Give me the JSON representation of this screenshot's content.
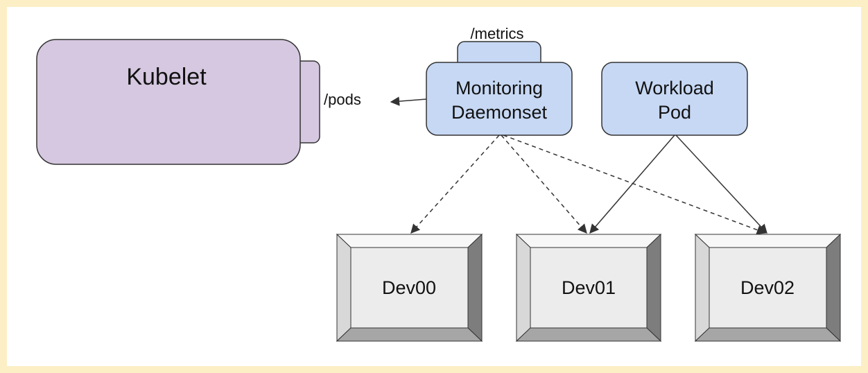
{
  "colors": {
    "frame": "#fcefc6",
    "kubelet_fill": "#d5c8e0",
    "daemon_fill": "#c7d8f4",
    "device_face": "#ececec",
    "device_top": "#f7f7f7",
    "device_left": "#d8d8d8",
    "device_right": "#7d7d7d",
    "device_bottom": "#a6a6a6",
    "stroke": "#333333"
  },
  "kubelet": {
    "label": "Kubelet"
  },
  "monitoring": {
    "line1": "Monitoring",
    "line2": "Daemonset",
    "endpoint": "/metrics"
  },
  "workload": {
    "line1": "Workload",
    "line2": "Pod"
  },
  "pods_endpoint": "/pods",
  "devices": [
    {
      "label": "Dev00"
    },
    {
      "label": "Dev01"
    },
    {
      "label": "Dev02"
    }
  ],
  "connections": [
    {
      "from": "Monitoring Daemonset",
      "to": "/pods",
      "style": "solid"
    },
    {
      "from": "Monitoring Daemonset",
      "to": "Dev00",
      "style": "dashed"
    },
    {
      "from": "Monitoring Daemonset",
      "to": "Dev01",
      "style": "dashed"
    },
    {
      "from": "Monitoring Daemonset",
      "to": "Dev02",
      "style": "dashed"
    },
    {
      "from": "Workload Pod",
      "to": "Dev01",
      "style": "solid"
    },
    {
      "from": "Workload Pod",
      "to": "Dev02",
      "style": "solid"
    }
  ]
}
